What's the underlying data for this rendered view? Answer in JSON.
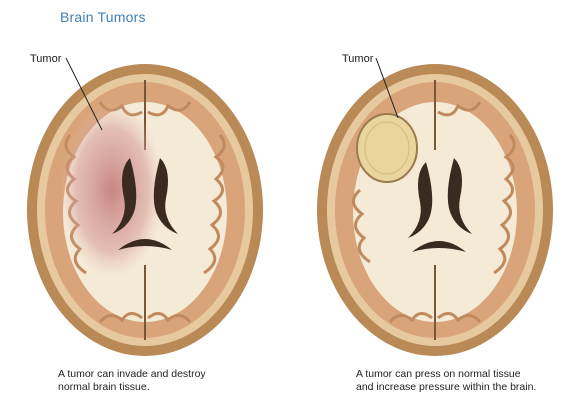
{
  "title": "Brain Tumors",
  "panels": [
    {
      "label": "Tumor",
      "caption_line1": "A tumor can invade and destroy",
      "caption_line2": "normal brain tissue."
    },
    {
      "label": "Tumor",
      "caption_line1": "A tumor can press on normal tissue",
      "caption_line2": "and increase pressure within the brain."
    }
  ],
  "colors": {
    "skull": "#b98a55",
    "cortex": "#d9b08a",
    "white_matter": "#f4ead6",
    "ventricle": "#3a2a20",
    "tumor_invade": "#c98a8a",
    "tumor_press": "#e9d59e",
    "title": "#3f7fb6"
  }
}
